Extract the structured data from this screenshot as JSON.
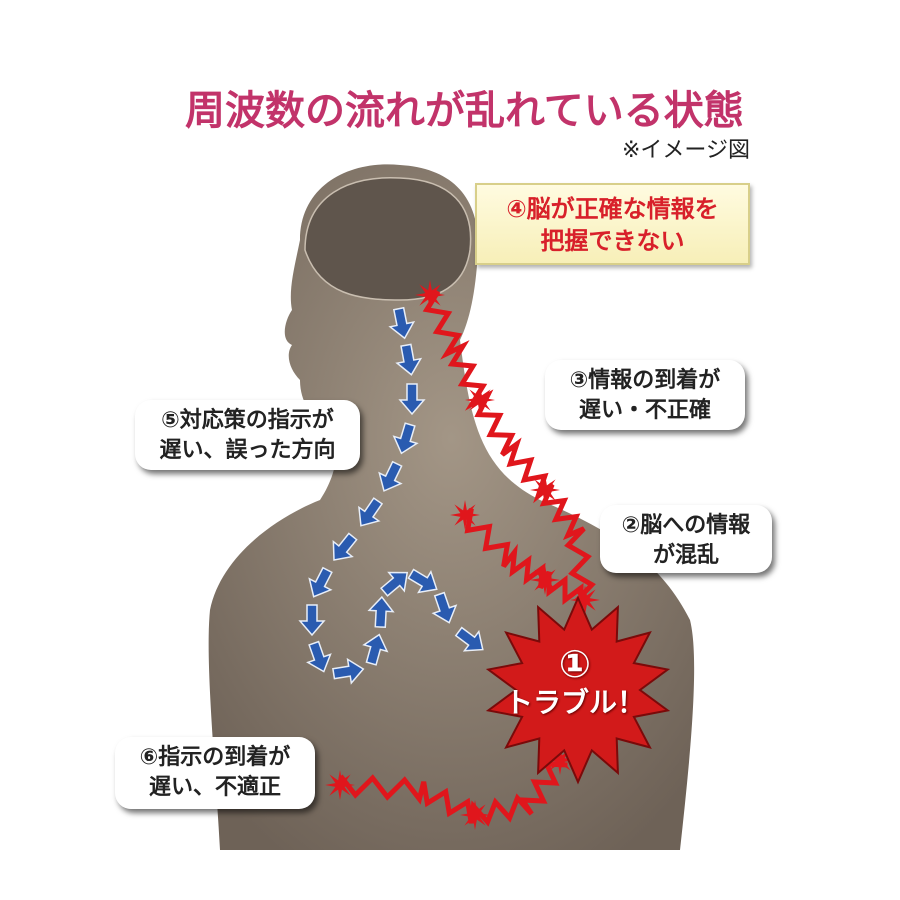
{
  "title": "周波数の流れが乱れている状態",
  "note": "※イメージ図",
  "callouts": {
    "c4": {
      "line1": "④脳が正確な情報を",
      "line2": "把握できない"
    },
    "c3": {
      "line1": "③情報の到着が",
      "line2": "遅い・不正確"
    },
    "c5": {
      "line1": "⑤対応策の指示が",
      "line2": "遅い、誤った方向"
    },
    "c2": {
      "line1": "②脳への情報",
      "line2": "が混乱"
    },
    "c6": {
      "line1": "⑥指示の到着が",
      "line2": "遅い、不適正"
    }
  },
  "trouble": {
    "number": "①",
    "label": "トラブル！"
  },
  "colors": {
    "title": "#c2336a",
    "alert": "#d8202a",
    "arrow": "#2a5bb0",
    "body": "#8b7f72"
  }
}
